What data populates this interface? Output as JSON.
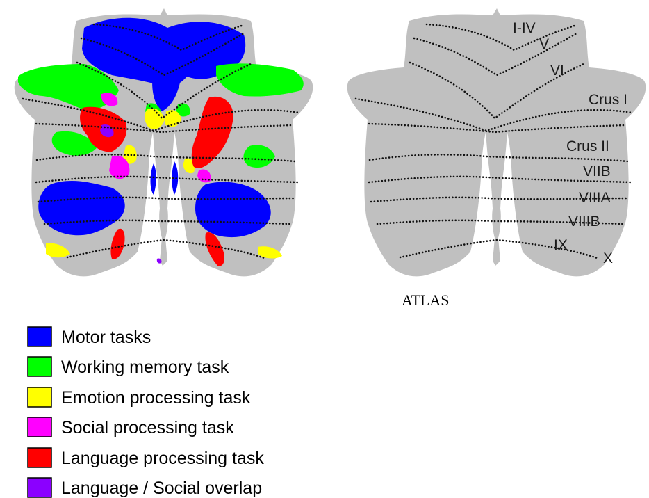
{
  "atlas_caption": "ATLAS",
  "region_labels": [
    "I-IV",
    "V",
    "VI",
    "Crus I",
    "Crus II",
    "VIIB",
    "VIIIA",
    "VIIIB",
    "IX",
    "X"
  ],
  "legend": [
    {
      "label": "Motor tasks",
      "color": "#0000ff"
    },
    {
      "label": "Working memory task",
      "color": "#00ff00"
    },
    {
      "label": "Emotion processing task",
      "color": "#ffff00"
    },
    {
      "label": "Social processing task",
      "color": "#ff00ff"
    },
    {
      "label": "Language processing task",
      "color": "#ff0000"
    },
    {
      "label": "Language / Social overlap",
      "color": "#8b00ff"
    }
  ],
  "colors": {
    "brain_fill": "#c0c0c0",
    "boundary": "#111111",
    "background": "#ffffff"
  }
}
